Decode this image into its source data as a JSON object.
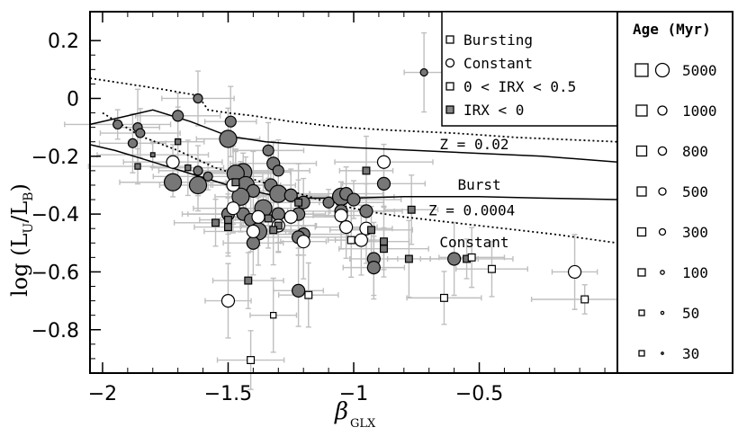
{
  "chart_data": {
    "type": "scatter",
    "xlabel": "β",
    "xlabel_sub": "GLX",
    "ylabel": "log (L",
    "ylabel_sub_u": "U",
    "ylabel_mid": "/L",
    "ylabel_sub_b": "B",
    "ylabel_end": ")",
    "xlim": [
      -2.05,
      0.05
    ],
    "ylim": [
      -0.95,
      0.3
    ],
    "xticks": [
      {
        "v": -2,
        "label": "−2"
      },
      {
        "v": -1.5,
        "label": "−1.5"
      },
      {
        "v": -1,
        "label": "−1"
      },
      {
        "v": -0.5,
        "label": "−0.5"
      }
    ],
    "yticks": [
      {
        "v": 0.2,
        "label": "0.2"
      },
      {
        "v": 0,
        "label": "0"
      },
      {
        "v": -0.2,
        "label": "−0.2"
      },
      {
        "v": -0.4,
        "label": "−0.4"
      },
      {
        "v": -0.6,
        "label": "−0.6"
      },
      {
        "v": -0.8,
        "label": "−0.8"
      }
    ],
    "legend": {
      "items": [
        {
          "marker": "open-square",
          "label": "Bursting"
        },
        {
          "marker": "open-circle",
          "label": "Constant"
        },
        {
          "marker": "open-square",
          "label": "0 < IRX < 0.5"
        },
        {
          "marker": "filled-square",
          "label": "IRX < 0"
        }
      ]
    },
    "age_legend": {
      "title": "Age (Myr)",
      "ages": [
        "5000",
        "1000",
        "800",
        "500",
        "300",
        "100",
        "50",
        "30"
      ]
    },
    "annotations": [
      {
        "text": "Z = 0.02",
        "x": -0.52,
        "y": -0.175
      },
      {
        "text": "Burst",
        "x": -0.5,
        "y": -0.315
      },
      {
        "text": "Z = 0.0004",
        "x": -0.53,
        "y": -0.405
      },
      {
        "text": "Constant",
        "x": -0.52,
        "y": -0.515
      }
    ],
    "model_tracks": [
      {
        "style": "solid",
        "x": [
          -2.05,
          -1.95,
          -1.8,
          -1.65,
          -1.5,
          -1.35,
          -1.2,
          -1.0,
          -0.75,
          -0.5,
          -0.25,
          0.05
        ],
        "y": [
          -0.09,
          -0.07,
          -0.04,
          -0.08,
          -0.13,
          -0.15,
          -0.16,
          -0.17,
          -0.18,
          -0.19,
          -0.2,
          -0.22
        ]
      },
      {
        "style": "solid",
        "x": [
          -2.05,
          -1.95,
          -1.8,
          -1.65,
          -1.5,
          -1.4,
          -1.3,
          -1.2,
          -1.0,
          -0.8,
          -0.5,
          -0.25,
          0.05
        ],
        "y": [
          -0.16,
          -0.18,
          -0.22,
          -0.26,
          -0.3,
          -0.32,
          -0.34,
          -0.345,
          -0.345,
          -0.34,
          -0.34,
          -0.345,
          -0.35
        ]
      },
      {
        "style": "dotted",
        "x": [
          -2.05,
          -1.9,
          -1.75,
          -1.62,
          -1.58,
          -1.5,
          -1.4,
          -1.25,
          -1.05,
          -0.85,
          -0.6,
          -0.35,
          0.05
        ],
        "y": [
          0.07,
          0.05,
          0.03,
          0.01,
          -0.04,
          -0.05,
          -0.06,
          -0.08,
          -0.1,
          -0.11,
          -0.12,
          -0.135,
          -0.15
        ]
      },
      {
        "style": "dotted",
        "x": [
          -2.0,
          -1.85,
          -1.7,
          -1.55,
          -1.4,
          -1.25,
          -1.1,
          -0.95,
          -0.8,
          -0.6,
          -0.4,
          -0.2,
          0.05
        ],
        "y": [
          -0.05,
          -0.13,
          -0.18,
          -0.24,
          -0.28,
          -0.32,
          -0.36,
          -0.39,
          -0.41,
          -0.43,
          -0.45,
          -0.47,
          -0.5
        ]
      }
    ],
    "points": [
      {
        "m": "fc",
        "x": -0.72,
        "y": 0.09,
        "s": 2
      },
      {
        "m": "fc",
        "x": -1.94,
        "y": -0.09,
        "s": 3
      },
      {
        "m": "fc",
        "x": -1.86,
        "y": -0.1,
        "s": 3
      },
      {
        "m": "fc",
        "x": -1.85,
        "y": -0.12,
        "s": 3
      },
      {
        "m": "fc",
        "x": -1.88,
        "y": -0.155,
        "s": 3
      },
      {
        "m": "fc",
        "x": -1.62,
        "y": 0.0,
        "s": 3
      },
      {
        "m": "fc",
        "x": -1.7,
        "y": -0.06,
        "s": 4
      },
      {
        "m": "fc",
        "x": -1.49,
        "y": -0.08,
        "s": 4
      },
      {
        "m": "fc",
        "x": -1.5,
        "y": -0.14,
        "s": 6
      },
      {
        "m": "fc",
        "x": -1.62,
        "y": -0.25,
        "s": 3
      },
      {
        "m": "fc",
        "x": -1.58,
        "y": -0.27,
        "s": 3
      },
      {
        "m": "oc",
        "x": -1.72,
        "y": -0.22,
        "s": 5
      },
      {
        "m": "fs",
        "x": -1.7,
        "y": -0.15,
        "s": 2
      },
      {
        "m": "fs",
        "x": -1.8,
        "y": -0.195,
        "s": 1
      },
      {
        "m": "fs",
        "x": -1.86,
        "y": -0.235,
        "s": 2
      },
      {
        "m": "fs",
        "x": -1.66,
        "y": -0.24,
        "s": 2
      },
      {
        "m": "fc",
        "x": -1.72,
        "y": -0.29,
        "s": 6
      },
      {
        "m": "fc",
        "x": -1.34,
        "y": -0.18,
        "s": 4
      },
      {
        "m": "fc",
        "x": -1.32,
        "y": -0.225,
        "s": 5
      },
      {
        "m": "fc",
        "x": -1.3,
        "y": -0.25,
        "s": 4
      },
      {
        "m": "fc",
        "x": -1.44,
        "y": -0.255,
        "s": 6
      },
      {
        "m": "fc",
        "x": -1.47,
        "y": -0.26,
        "s": 6
      },
      {
        "m": "fc",
        "x": -1.48,
        "y": -0.3,
        "s": 5
      },
      {
        "m": "fc",
        "x": -1.43,
        "y": -0.3,
        "s": 6
      },
      {
        "m": "fc",
        "x": -1.33,
        "y": -0.3,
        "s": 5
      },
      {
        "m": "fc",
        "x": -1.3,
        "y": -0.33,
        "s": 6
      },
      {
        "m": "fc",
        "x": -1.25,
        "y": -0.335,
        "s": 5
      },
      {
        "m": "fc",
        "x": -1.4,
        "y": -0.32,
        "s": 5
      },
      {
        "m": "fc",
        "x": -1.45,
        "y": -0.34,
        "s": 6
      },
      {
        "m": "fc",
        "x": -1.36,
        "y": -0.38,
        "s": 6
      },
      {
        "m": "fc",
        "x": -1.44,
        "y": -0.4,
        "s": 5
      },
      {
        "m": "fc",
        "x": -1.5,
        "y": -0.4,
        "s": 5
      },
      {
        "m": "fc",
        "x": -1.41,
        "y": -0.42,
        "s": 5
      },
      {
        "m": "fc",
        "x": -1.3,
        "y": -0.4,
        "s": 5
      },
      {
        "m": "fc",
        "x": -1.22,
        "y": -0.4,
        "s": 5
      },
      {
        "m": "fc",
        "x": -1.2,
        "y": -0.36,
        "s": 5
      },
      {
        "m": "fc",
        "x": -1.1,
        "y": -0.36,
        "s": 4
      },
      {
        "m": "fc",
        "x": -1.05,
        "y": -0.34,
        "s": 6
      },
      {
        "m": "fc",
        "x": -1.03,
        "y": -0.33,
        "s": 5
      },
      {
        "m": "fc",
        "x": -1.0,
        "y": -0.35,
        "s": 5
      },
      {
        "m": "fc",
        "x": -0.88,
        "y": -0.295,
        "s": 5
      },
      {
        "m": "fc",
        "x": -1.05,
        "y": -0.39,
        "s": 5
      },
      {
        "m": "fc",
        "x": -0.95,
        "y": -0.39,
        "s": 5
      },
      {
        "m": "fc",
        "x": -1.38,
        "y": -0.46,
        "s": 6
      },
      {
        "m": "fc",
        "x": -1.2,
        "y": -0.47,
        "s": 5
      },
      {
        "m": "fc",
        "x": -1.22,
        "y": -0.48,
        "s": 5
      },
      {
        "m": "fc",
        "x": -1.4,
        "y": -0.5,
        "s": 5
      },
      {
        "m": "fc",
        "x": -1.62,
        "y": -0.3,
        "s": 6
      },
      {
        "m": "fc",
        "x": -1.22,
        "y": -0.665,
        "s": 5
      },
      {
        "m": "fc",
        "x": -0.92,
        "y": -0.555,
        "s": 5
      },
      {
        "m": "fc",
        "x": -0.92,
        "y": -0.585,
        "s": 5
      },
      {
        "m": "fc",
        "x": -0.6,
        "y": -0.555,
        "s": 5
      },
      {
        "m": "oc",
        "x": -0.88,
        "y": -0.22,
        "s": 5
      },
      {
        "m": "oc",
        "x": -1.48,
        "y": -0.38,
        "s": 5
      },
      {
        "m": "oc",
        "x": -1.38,
        "y": -0.41,
        "s": 5
      },
      {
        "m": "oc",
        "x": -1.25,
        "y": -0.41,
        "s": 5
      },
      {
        "m": "oc",
        "x": -1.3,
        "y": -0.44,
        "s": 5
      },
      {
        "m": "oc",
        "x": -1.05,
        "y": -0.405,
        "s": 5
      },
      {
        "m": "oc",
        "x": -1.03,
        "y": -0.445,
        "s": 5
      },
      {
        "m": "oc",
        "x": -0.95,
        "y": -0.45,
        "s": 5
      },
      {
        "m": "oc",
        "x": -0.97,
        "y": -0.49,
        "s": 5
      },
      {
        "m": "oc",
        "x": -1.2,
        "y": -0.495,
        "s": 5
      },
      {
        "m": "oc",
        "x": -1.4,
        "y": -0.46,
        "s": 5
      },
      {
        "m": "oc",
        "x": -1.48,
        "y": -0.3,
        "s": 5
      },
      {
        "m": "oc",
        "x": -1.5,
        "y": -0.7,
        "s": 5
      },
      {
        "m": "oc",
        "x": -0.12,
        "y": -0.6,
        "s": 5
      },
      {
        "m": "fs",
        "x": -1.55,
        "y": -0.43,
        "s": 3
      },
      {
        "m": "fs",
        "x": -1.5,
        "y": -0.42,
        "s": 3
      },
      {
        "m": "fs",
        "x": -1.5,
        "y": -0.445,
        "s": 3
      },
      {
        "m": "fs",
        "x": -1.47,
        "y": -0.29,
        "s": 3
      },
      {
        "m": "fs",
        "x": -1.34,
        "y": -0.415,
        "s": 3
      },
      {
        "m": "fs",
        "x": -1.3,
        "y": -0.44,
        "s": 3
      },
      {
        "m": "fs",
        "x": -1.32,
        "y": -0.455,
        "s": 3
      },
      {
        "m": "fs",
        "x": -1.22,
        "y": -0.36,
        "s": 3
      },
      {
        "m": "fs",
        "x": -0.95,
        "y": -0.25,
        "s": 3
      },
      {
        "m": "fs",
        "x": -0.93,
        "y": -0.455,
        "s": 3
      },
      {
        "m": "fs",
        "x": -0.88,
        "y": -0.495,
        "s": 3
      },
      {
        "m": "fs",
        "x": -0.88,
        "y": -0.52,
        "s": 3
      },
      {
        "m": "fs",
        "x": -0.77,
        "y": -0.385,
        "s": 3
      },
      {
        "m": "fs",
        "x": -0.78,
        "y": -0.555,
        "s": 3
      },
      {
        "m": "fs",
        "x": -0.55,
        "y": -0.555,
        "s": 3
      },
      {
        "m": "fs",
        "x": -1.42,
        "y": -0.63,
        "s": 3
      },
      {
        "m": "os",
        "x": -1.01,
        "y": -0.49,
        "s": 3
      },
      {
        "m": "os",
        "x": -1.18,
        "y": -0.68,
        "s": 3
      },
      {
        "m": "os",
        "x": -1.32,
        "y": -0.75,
        "s": 2
      },
      {
        "m": "os",
        "x": -1.41,
        "y": -0.905,
        "s": 3
      },
      {
        "m": "os",
        "x": -0.64,
        "y": -0.69,
        "s": 3
      },
      {
        "m": "os",
        "x": -0.53,
        "y": -0.55,
        "s": 3
      },
      {
        "m": "os",
        "x": -0.45,
        "y": -0.59,
        "s": 3
      },
      {
        "m": "os",
        "x": -0.08,
        "y": -0.695,
        "s": 3
      }
    ]
  }
}
